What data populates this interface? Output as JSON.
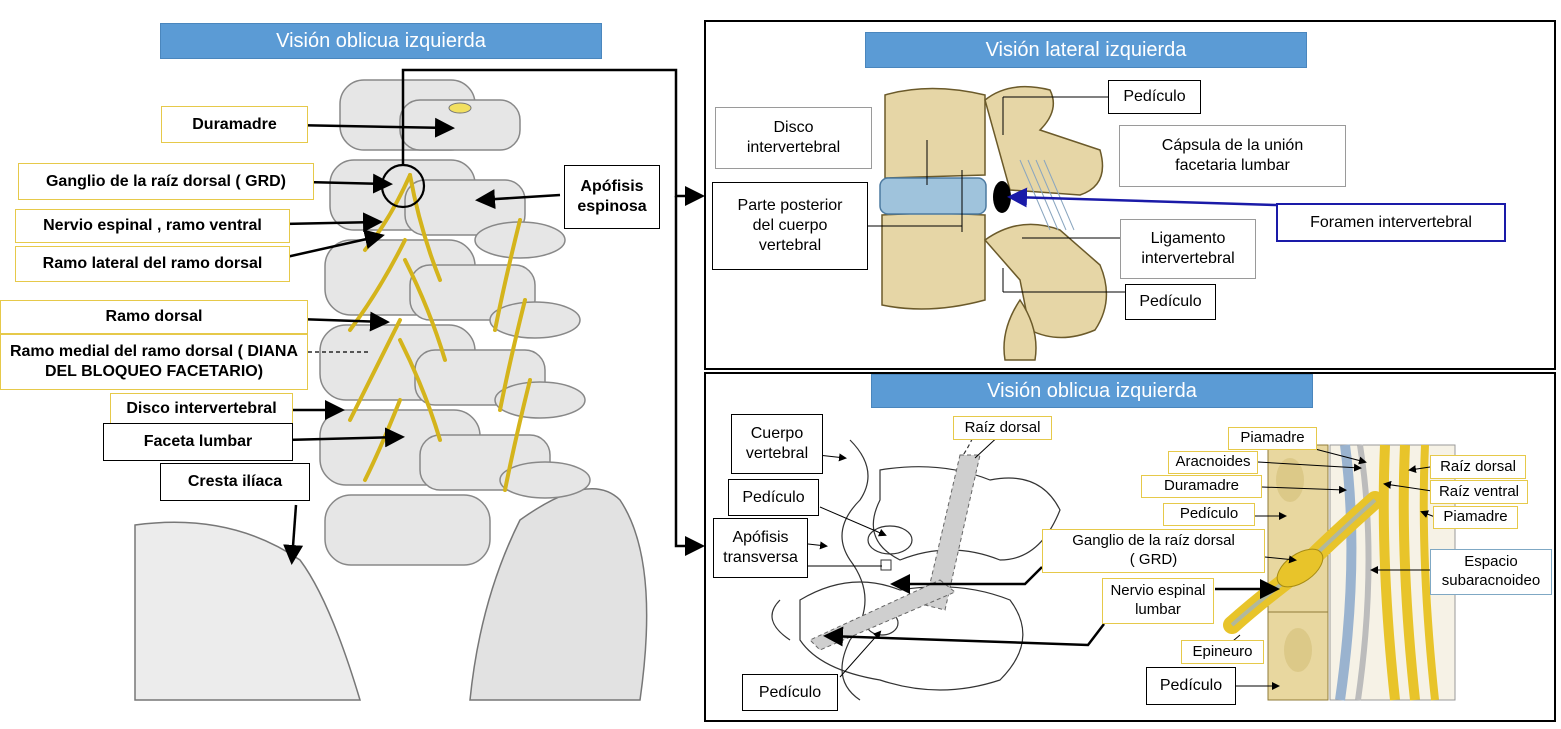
{
  "left_panel": {
    "title": "Visión oblicua izquierda",
    "labels": {
      "duramadre": "Duramadre",
      "grd": "Ganglio de la raíz dorsal ( GRD)",
      "nervio_espinal": "Nervio espinal , ramo ventral",
      "ramo_lateral": "Ramo lateral del ramo dorsal",
      "ramo_dorsal": "Ramo dorsal",
      "ramo_medial": "Ramo medial del ramo dorsal ( DIANA DEL  BLOQUEO FACETARIO)",
      "disco": "Disco intervertebral",
      "faceta": "Faceta lumbar",
      "cresta": "Cresta ilíaca",
      "apofisis_espinosa": "Apófisis\nespinosa"
    }
  },
  "top_right_panel": {
    "title": "Visión lateral izquierda",
    "labels": {
      "disco": "Disco\nintervertebral",
      "parte_posterior": "Parte posterior\ndel cuerpo\nvertebral",
      "pediculo_top": "Pedículo",
      "capsula": "Cápsula de la unión\nfacetaria lumbar",
      "foramen": "Foramen intervertebral",
      "ligamento": "Ligamento\nintervertebral",
      "pediculo_bottom": "Pedículo"
    }
  },
  "bottom_right_panel": {
    "title": "Visión oblicua izquierda",
    "labels": {
      "cuerpo_vertebral": "Cuerpo\nvertebral",
      "pediculo_1": "Pedículo",
      "apofisis_transversa": "Apófisis\ntransversa",
      "pediculo_2": "Pedículo",
      "raiz_dorsal_left": "Raíz dorsal",
      "piamadre_top": "Piamadre",
      "aracnoides": "Aracnoides",
      "duramadre": "Duramadre",
      "pediculo_3": "Pedículo",
      "grd": "Ganglio de la raíz dorsal\n( GRD)",
      "nervio_espinal": "Nervio espinal\nlumbar",
      "epineuro": "Epineuro",
      "pediculo_4": "Pedículo",
      "raiz_dorsal_right": "Raíz dorsal",
      "raiz_ventral": "Raíz ventral",
      "piamadre_right": "Piamadre",
      "espacio": "Espacio\nsubaracnoideo"
    }
  },
  "colors": {
    "title_bg": "#5b9bd5",
    "bone": "#e6d6a6",
    "nerve": "#e8c42a",
    "disc": "#9fc3dc",
    "label_border_yellow": "#e6c94a",
    "foramen_border": "#1a1aa8"
  }
}
